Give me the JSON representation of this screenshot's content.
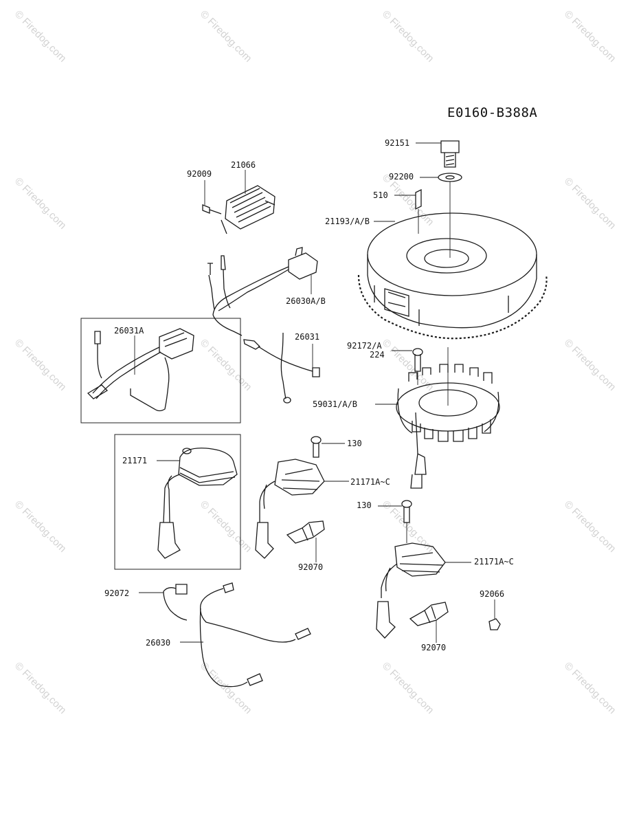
{
  "diagram_code": "E0160-B388A",
  "watermark_text": "Firedog.com",
  "labels": {
    "l92151": "92151",
    "l92200": "92200",
    "l510": "510",
    "l21193": "21193/A/B",
    "l92009": "92009",
    "l21066": "21066",
    "l26030ab": "26030A/B",
    "l26031a": "26031A",
    "l26031": "26031",
    "l92172": "92172/A",
    "l224": "224",
    "l59031": "59031/A/B",
    "l21171": "21171",
    "l130a": "130",
    "l21171ac_a": "21171A~C",
    "l130b": "130",
    "l92070a": "92070",
    "l21171ac_b": "21171A~C",
    "l92072": "92072",
    "l92066": "92066",
    "l26030": "26030",
    "l92070b": "92070"
  }
}
